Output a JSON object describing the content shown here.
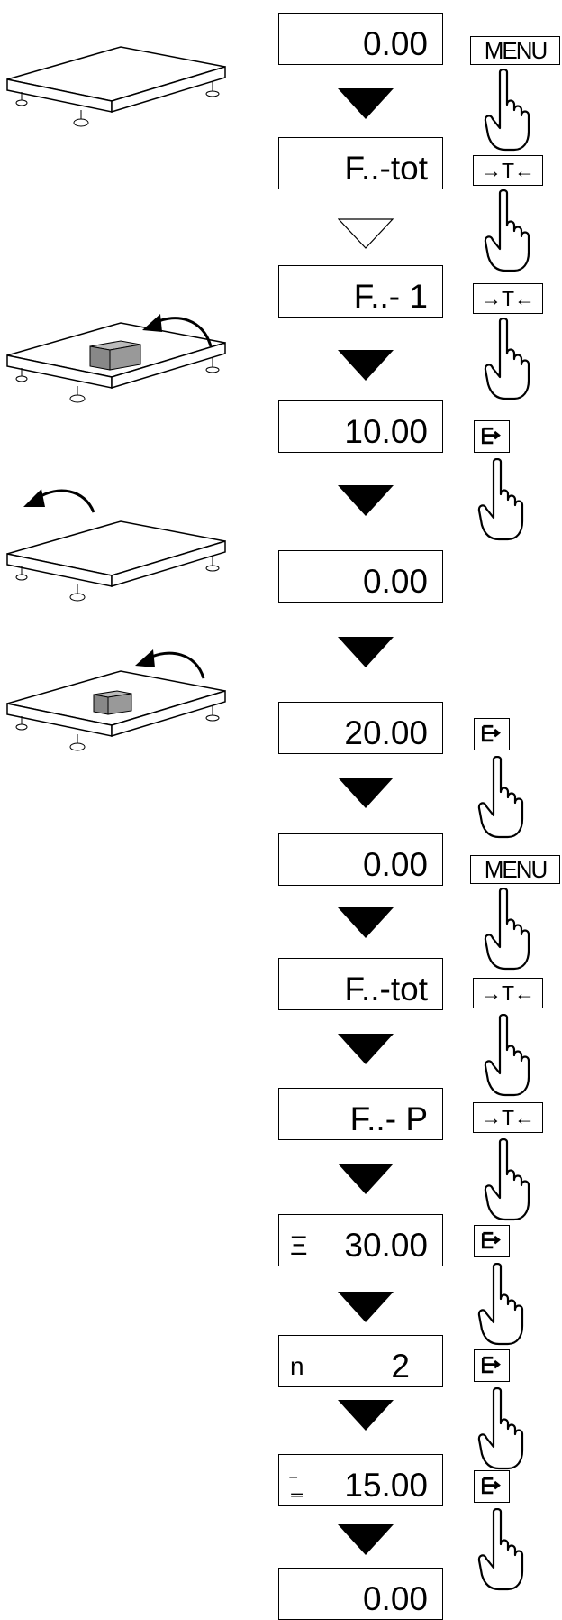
{
  "displays": [
    {
      "value": "0.00"
    },
    {
      "value": "F..-tot"
    },
    {
      "value": "F..- 1"
    },
    {
      "value": "10.00"
    },
    {
      "value": "0.00"
    },
    {
      "value": "20.00"
    },
    {
      "value": "0.00"
    },
    {
      "value": "F..-tot"
    },
    {
      "value": "F..- P"
    },
    {
      "value": "30.00",
      "indicator": "Ξ"
    },
    {
      "value": "2",
      "label": "n"
    },
    {
      "value": "15.00",
      "indicator": "‾ ‗"
    },
    {
      "value": "0.00"
    }
  ],
  "keys": {
    "menu_label": "MENU",
    "tare_label": "→T←",
    "enter_icon": "enter-key-icon"
  },
  "icons": [
    "scale-platform-icon",
    "weight-box-icon",
    "curved-arrow-icon",
    "pointing-hand-icon",
    "down-triangle-icon"
  ]
}
